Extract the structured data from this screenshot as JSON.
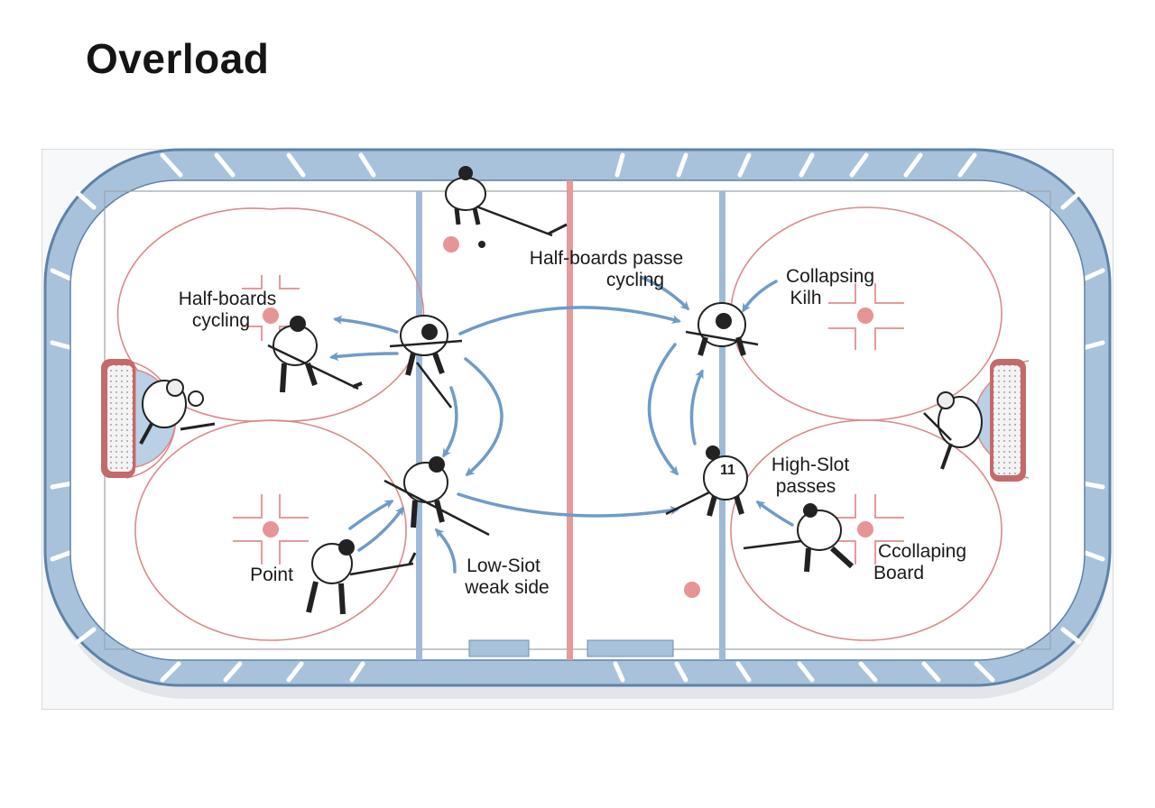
{
  "title": "Overload",
  "labels": {
    "half_boards_cycling_left_1": "Half-boards",
    "half_boards_cycling_left_2": "cycling",
    "point": "Point",
    "low_slot_1": "Low-Siot",
    "low_slot_2": "weak side",
    "half_boards_passe_1": "Half-boards passe",
    "half_boards_passe_2": "cycling",
    "collapsing_kilh_1": "Collapsing",
    "collapsing_kilh_2": "Kilh",
    "high_slot_1": "High-Slot",
    "high_slot_2": "passes",
    "collapsing_board_1": "Ccollaping",
    "collapsing_board_2": "Board"
  },
  "colors": {
    "boards": "#a9c2dc",
    "boards_edge": "#5f82a8",
    "red_line": "#e39b9b",
    "blue_line": "#9dbbd9",
    "arrow": "#6f9bc7",
    "faceoff": "#d98a8a",
    "ice": "#ffffff"
  }
}
